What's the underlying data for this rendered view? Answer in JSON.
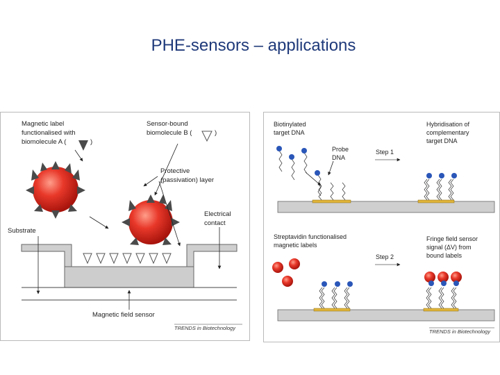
{
  "slide": {
    "title": "PHE-sensors – applications"
  },
  "left_figure": {
    "magnetic_label": [
      "Magnetic label",
      "functionalised with",
      "biomolecule A (",
      ")"
    ],
    "sensor_bound": [
      "Sensor-bound",
      "biomolecule B (",
      ")"
    ],
    "protective": [
      "Protective",
      "(passivation) layer"
    ],
    "electrical": [
      "Electrical",
      "contact"
    ],
    "substrate": "Substrate",
    "magnetic_field_sensor": "Magnetic field sensor",
    "credit": "TRENDS in Biotechnology"
  },
  "right_figure": {
    "biotinylated": [
      "Biotinylated",
      "target DNA"
    ],
    "probe": [
      "Probe",
      "DNA"
    ],
    "step1": "Step 1",
    "hybridisation": [
      "Hybridisation of",
      "complementary",
      "target DNA"
    ],
    "streptavidin": [
      "Streptavidin functionalised",
      "magnetic labels"
    ],
    "step2": "Step 2",
    "fringe": [
      "Fringe field sensor",
      "signal (ΔV) from",
      "bound labels"
    ],
    "credit": "TRENDS in Biotechnology"
  },
  "colors": {
    "title": "#1f3a7a",
    "magnetic_bead": "#e0281c",
    "triangle_marker": "#555555",
    "substrate_gray": "#c8c8c8",
    "contact_gold": "#e0b43a",
    "biotin_blue": "#2a56b8"
  }
}
